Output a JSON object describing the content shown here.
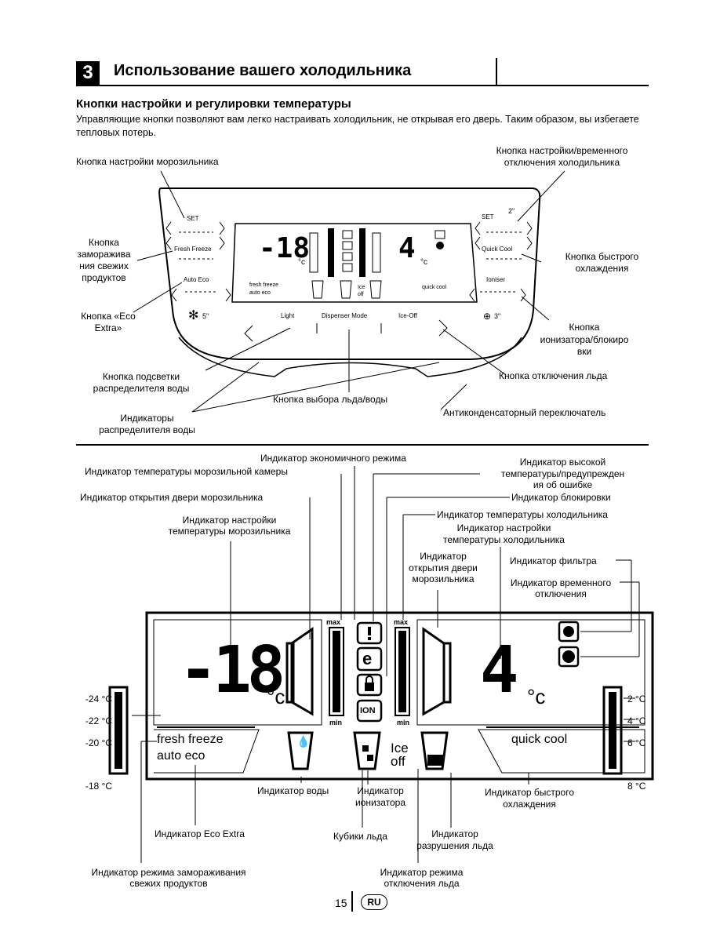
{
  "section": {
    "number": "3",
    "title": "Использование вашего холодильника"
  },
  "subtitle": "Кнопки настройки и регулировки температуры",
  "intro": "Управляющие кнопки позволяют вам легко настраивать холодильник, не открывая его дверь. Таким образом, вы избегаете тепловых потерь.",
  "top_labels": {
    "freezer_set": "Кнопка настройки морозильника",
    "fridge_set_1": "Кнопка настройки/временного",
    "fridge_set_2": "отключения холодильника",
    "fresh_1": "Кнопка",
    "fresh_2": "заморажива",
    "fresh_3": "ния свежих",
    "fresh_4": "продуктов",
    "eco_1": "Кнопка «Eco",
    "eco_2": "Extra»",
    "quick_1": "Кнопка быстрого",
    "quick_2": "охлаждения",
    "ion_1": "Кнопка",
    "ion_2": "ионизатора/блокиро",
    "ion_3": "вки",
    "light_1": "Кнопка подсветки",
    "light_2": "распределителя воды",
    "iceoff": "Кнопка отключения льда",
    "dispenser": "Кнопка выбора льда/воды",
    "indicators_1": "Индикаторы",
    "indicators_2": "распределителя воды",
    "anticond": "Антиконденсаторный переключатель"
  },
  "panel": {
    "set_left": "SET",
    "fresh_freeze": "Fresh Freeze",
    "auto_eco": "Auto Eco",
    "eco_sec": "5\"",
    "set_right": "SET",
    "two_sec": "2\"",
    "quick_cool": "Quick Cool",
    "ioniser": "Ioniser",
    "three_sec": "3\"",
    "light": "Light",
    "dispenser_mode": "Dispenser Mode",
    "ice_off": "Ice-Off",
    "freezer_temp": "-18",
    "unit": "°c",
    "fridge_temp": "4",
    "small_fresh": "fresh freeze",
    "small_auto": "auto eco",
    "small_quick": "quick cool",
    "small_ice": "Ice",
    "small_off": "off"
  },
  "bottom_labels": {
    "eco_mode": "Индикатор экономичного режима",
    "freezer_temp": "Индикатор температуры морозильной камеры",
    "high_temp_1": "Индикатор высокой",
    "high_temp_2": "температуры/предупрежден",
    "high_temp_3": "ия об ошибке",
    "freezer_door": "Индикатор открытия двери морозильника",
    "lock": "Индикатор блокировки",
    "freezer_set_1": "Индикатор настройки",
    "freezer_set_2": "температуры морозильника",
    "fridge_temp": "Индикатор температуры холодильника",
    "fridge_set_1": "Индикатор настройки",
    "fridge_set_2": "температуры холодильника",
    "door2_1": "Индикатор",
    "door2_2": "открытия двери",
    "door2_3": "морозильника",
    "filter": "Индикатор фильтра",
    "vacation_1": "Индикатор временного",
    "vacation_2": "отключения",
    "water": "Индикатор воды",
    "ioniser_1": "Индикатор",
    "ioniser_2": "ионизатора",
    "quick_1": "Индикатор быстрого",
    "quick_2": "охлаждения",
    "eco_extra": "Индикатор Eco Extra",
    "cubes": "Кубики льда",
    "crush_1": "Индикатор",
    "crush_2": "разрушения льда",
    "fresh_1": "Индикатор режима замораживания",
    "fresh_2": "свежих продуктов",
    "iceoff_1": "Индикатор режима",
    "iceoff_2": "отключения льда"
  },
  "display": {
    "freezer_temp": "-18",
    "unit": "°c",
    "fridge_temp": "4",
    "max": "max",
    "min": "min",
    "fresh_freeze": "fresh freeze",
    "auto_eco": "auto eco",
    "quick_cool": "quick cool",
    "ice": "Ice",
    "off": "off",
    "ion": "ION",
    "scale_left": [
      "-24 °C",
      "-22 °C",
      "-20 °C",
      "-18 °C"
    ],
    "scale_right": [
      "2 °C",
      "4 °C",
      "6 °C",
      "8 °C"
    ]
  },
  "footer": {
    "page": "15",
    "lang": "RU"
  }
}
